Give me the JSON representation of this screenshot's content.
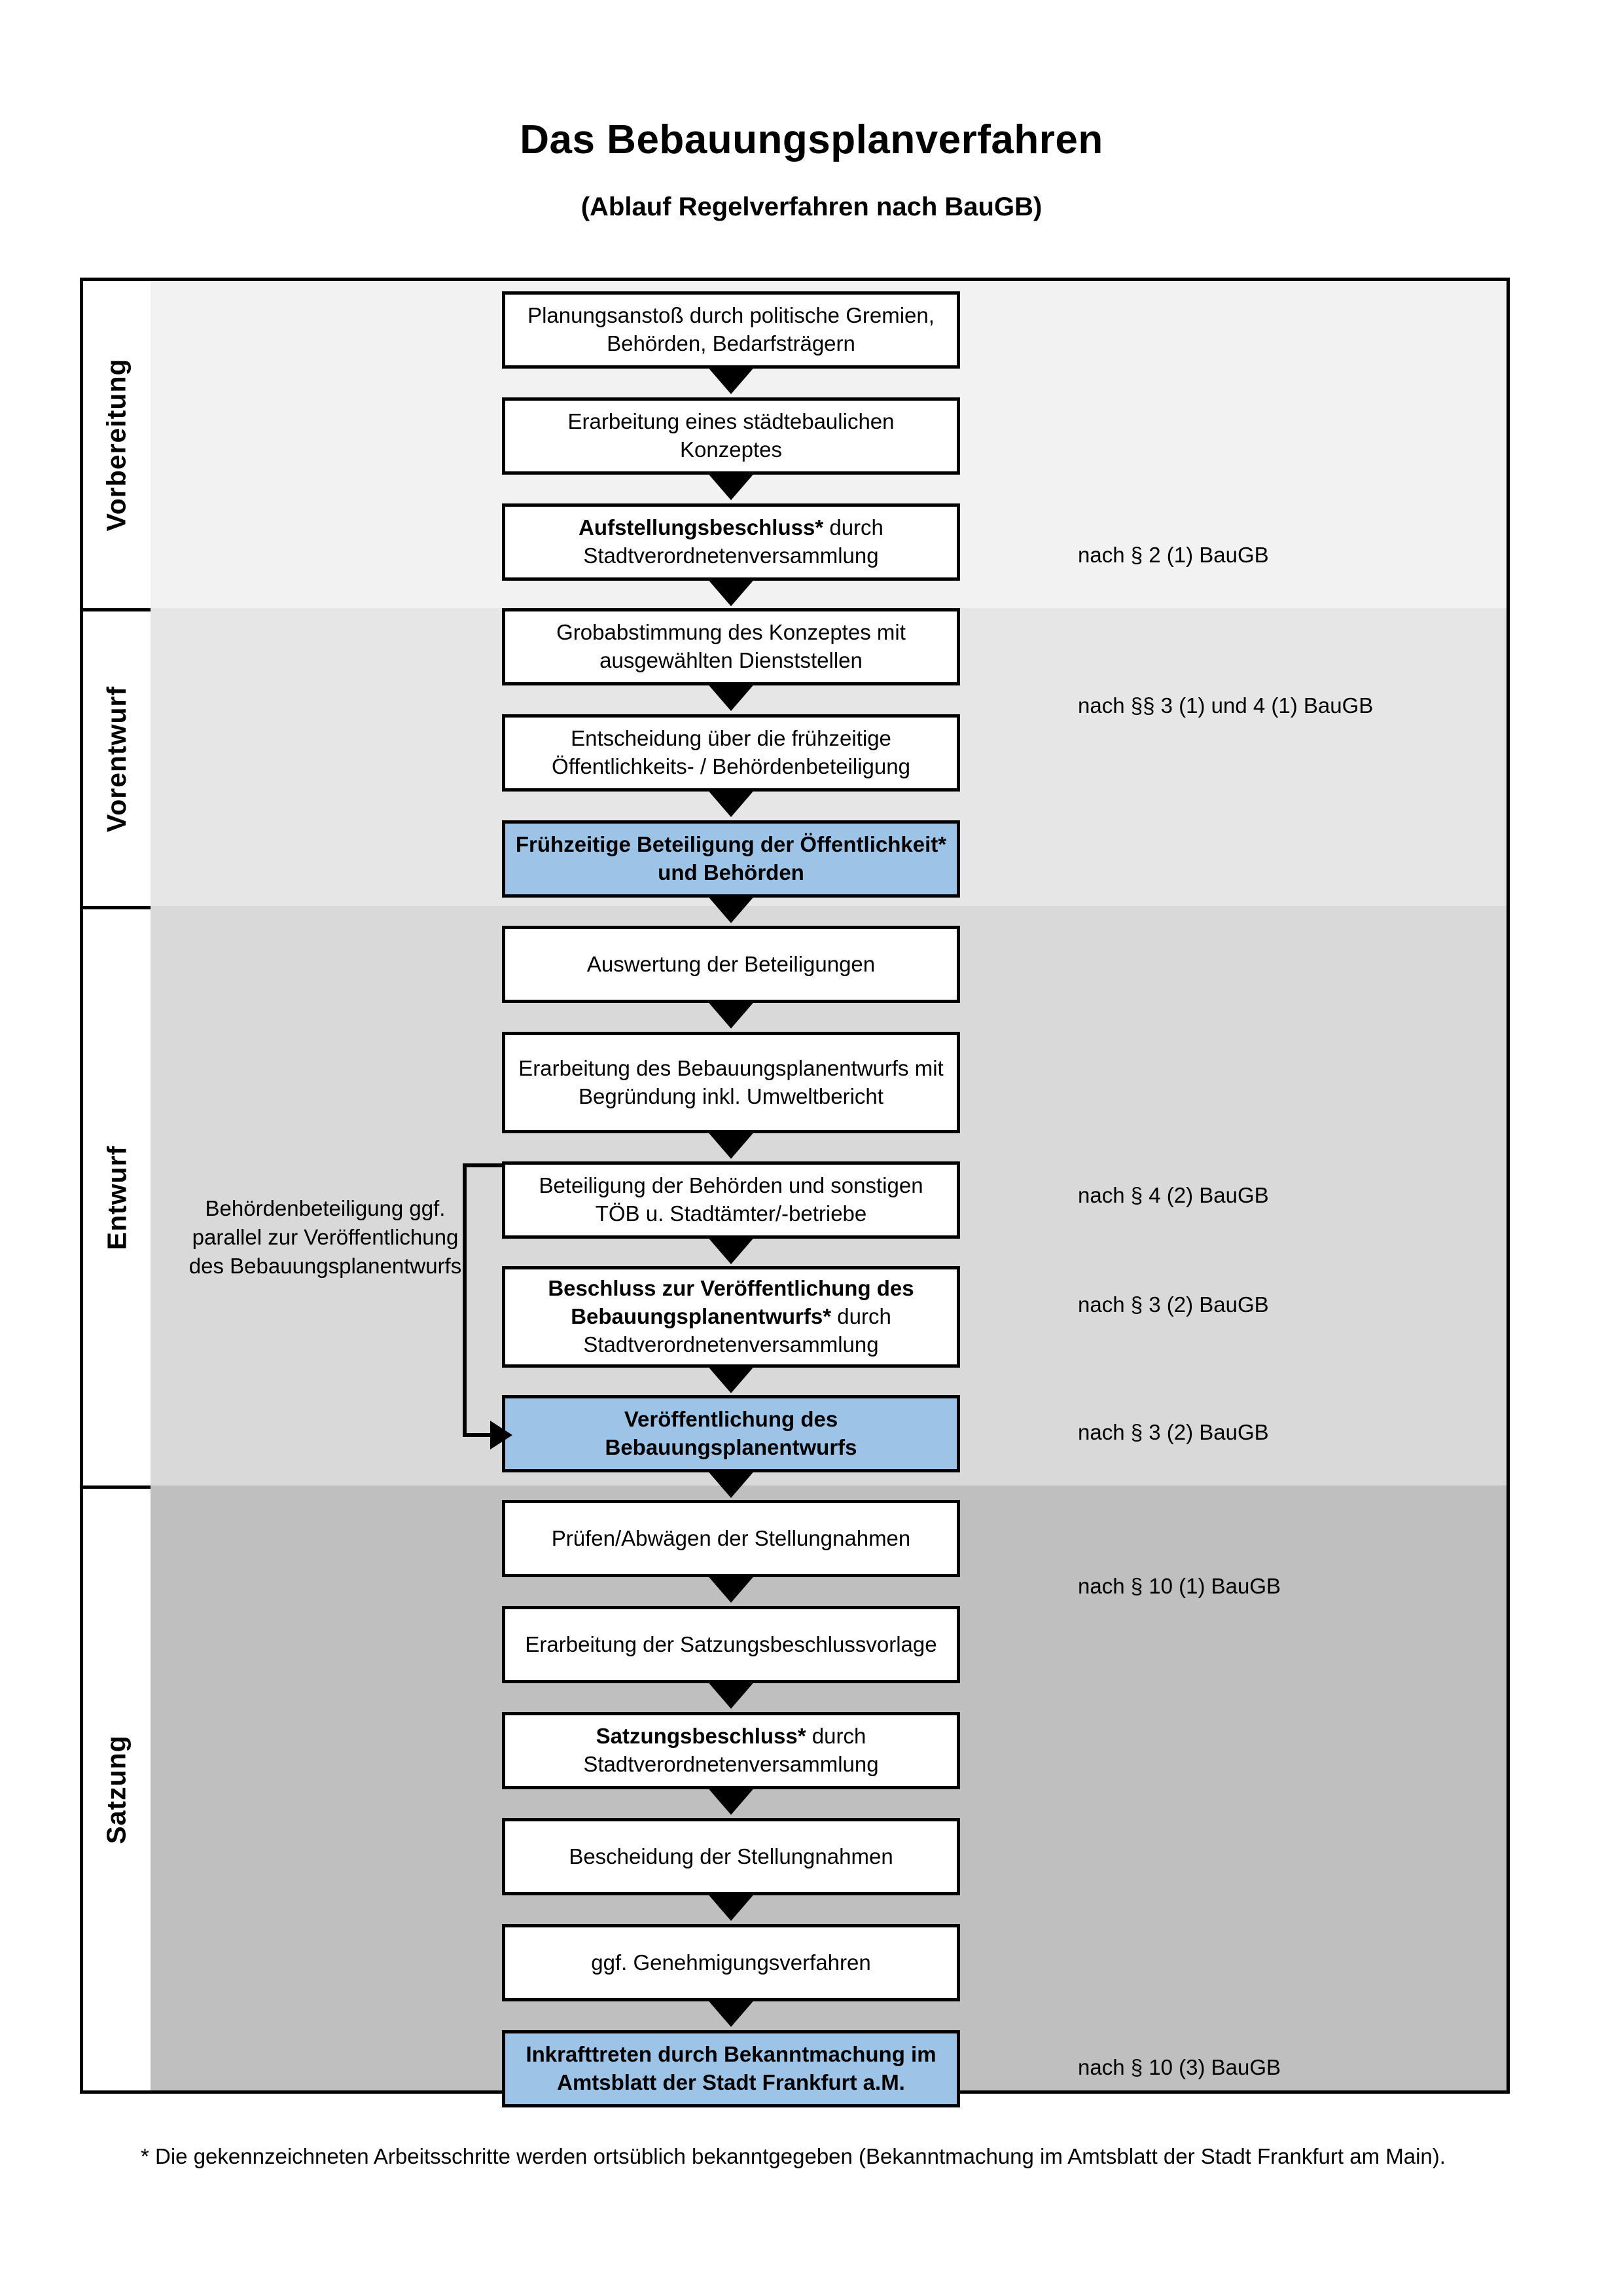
{
  "title": "Das Bebauungsplanverfahren",
  "subtitle": "(Ablauf Regelverfahren nach BauGB)",
  "colors": {
    "highlight_box": "#9DC3E6",
    "band_vorbereitung": "#F2F2F2",
    "band_vorentwurf": "#E6E6E6",
    "band_entwurf": "#D9D9D9",
    "band_satzung": "#BFBFBF",
    "box_border": "#000000",
    "box_fill": "#FFFFFF"
  },
  "phases": [
    {
      "label": "Vorbereitung"
    },
    {
      "label": "Vorentwurf"
    },
    {
      "label": "Entwurf"
    },
    {
      "label": "Satzung"
    }
  ],
  "steps": [
    {
      "id": "planungsanstoss",
      "phase": "Vorbereitung",
      "highlight": false,
      "bold_prefix": "",
      "text": "Planungsanstoß durch politische Gremien, Behörden, Bedarfsträgern"
    },
    {
      "id": "staedtebaul-konzept",
      "phase": "Vorbereitung",
      "highlight": false,
      "bold_prefix": "",
      "text": "Erarbeitung eines städtebaulichen Konzeptes"
    },
    {
      "id": "aufstellungsbeschluss",
      "phase": "Vorbereitung",
      "highlight": false,
      "bold_prefix": "Aufstellungsbeschluss*",
      "text": " durch Stadtverordnetenversammlung"
    },
    {
      "id": "grobabstimmung",
      "phase": "Vorentwurf",
      "highlight": false,
      "bold_prefix": "",
      "text": "Grobabstimmung des Konzeptes mit ausgewählten Dienststellen"
    },
    {
      "id": "entscheidung-fruehzeitig",
      "phase": "Vorentwurf",
      "highlight": false,
      "bold_prefix": "",
      "text": "Entscheidung über die frühzeitige Öffentlichkeits- / Behördenbeteiligung"
    },
    {
      "id": "fruehzeitige-beteiligung",
      "phase": "Vorentwurf",
      "highlight": true,
      "bold_prefix": "",
      "text": "Frühzeitige Beteiligung der Öffentlichkeit* und Behörden"
    },
    {
      "id": "auswertung",
      "phase": "Entwurf",
      "highlight": false,
      "bold_prefix": "",
      "text": "Auswertung der Beteiligungen"
    },
    {
      "id": "erarbeitung-entwurf",
      "phase": "Entwurf",
      "highlight": false,
      "bold_prefix": "",
      "text": "Erarbeitung des Bebauungsplanentwurfs mit Begründung inkl. Umweltbericht"
    },
    {
      "id": "beteiligung-behoerden",
      "phase": "Entwurf",
      "highlight": false,
      "bold_prefix": "",
      "text": "Beteiligung der Behörden und sonstigen TÖB u. Stadtämter/-betriebe"
    },
    {
      "id": "beschluss-veroeffentlichung",
      "phase": "Entwurf",
      "highlight": false,
      "bold_prefix": "Beschluss zur Veröffentlichung des Bebauungsplanentwurfs*",
      "text": " durch Stadtverordnetenversammlung"
    },
    {
      "id": "veroeffentlichung",
      "phase": "Entwurf",
      "highlight": true,
      "bold_prefix": "",
      "text": "Veröffentlichung des Bebauungsplanentwurfs"
    },
    {
      "id": "pruefen-abwaegen",
      "phase": "Satzung",
      "highlight": false,
      "bold_prefix": "",
      "text": "Prüfen/Abwägen der Stellungnahmen"
    },
    {
      "id": "satzungsbeschlussvorlage",
      "phase": "Satzung",
      "highlight": false,
      "bold_prefix": "",
      "text": "Erarbeitung der Satzungsbeschlussvorlage"
    },
    {
      "id": "satzungsbeschluss",
      "phase": "Satzung",
      "highlight": false,
      "bold_prefix": "Satzungsbeschluss*",
      "text": " durch Stadtverordnetenversammlung"
    },
    {
      "id": "bescheidung",
      "phase": "Satzung",
      "highlight": false,
      "bold_prefix": "",
      "text": "Bescheidung der Stellungnahmen"
    },
    {
      "id": "genehmigungsverfahren",
      "phase": "Satzung",
      "highlight": false,
      "bold_prefix": "",
      "text": "ggf. Genehmigungsverfahren"
    },
    {
      "id": "inkrafttreten",
      "phase": "Satzung",
      "highlight": true,
      "bold_prefix": "Inkrafttreten",
      "text": " durch Bekanntmachung im Amtsblatt der Stadt Frankfurt a.M."
    }
  ],
  "side_note": "Behördenbeteiligung ggf. parallel zur Veröffentlichung des Bebauungsplanentwurfs",
  "legal_refs": [
    {
      "id": "ref-par2-1",
      "text": "nach § 2 (1) BauGB"
    },
    {
      "id": "ref-par3-1-4-1",
      "text": "nach §§ 3 (1) und 4 (1) BauGB"
    },
    {
      "id": "ref-par4-2",
      "text": "nach § 4 (2) BauGB"
    },
    {
      "id": "ref-par3-2-a",
      "text": "nach § 3 (2) BauGB"
    },
    {
      "id": "ref-par3-2-b",
      "text": "nach § 3 (2) BauGB"
    },
    {
      "id": "ref-par10-1",
      "text": "nach § 10 (1) BauGB"
    },
    {
      "id": "ref-par10-3",
      "text": "nach § 10 (3) BauGB"
    }
  ],
  "footnote": "* Die gekennzeichneten Arbeitsschritte werden ortsüblich bekanntgegeben (Bekanntmachung im Amtsblatt  der Stadt Frankfurt am Main)."
}
